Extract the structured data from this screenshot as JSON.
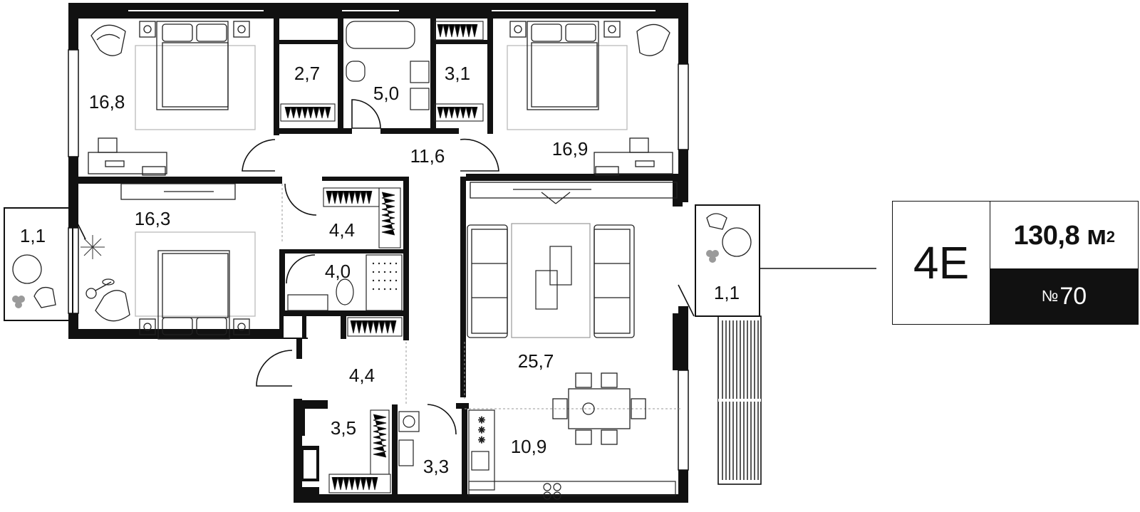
{
  "apartment": {
    "type": "4E",
    "total_area": "130,8",
    "area_unit": "м",
    "area_unit_power": "2",
    "number_prefix": "№",
    "number": "70"
  },
  "rooms": [
    {
      "id": "bedroom-top-left",
      "area": "16,8"
    },
    {
      "id": "closet-top",
      "area": "2,7"
    },
    {
      "id": "bathroom-top",
      "area": "5,0"
    },
    {
      "id": "closet-top-right",
      "area": "3,1"
    },
    {
      "id": "bedroom-top-right",
      "area": "16,9"
    },
    {
      "id": "hallway-main",
      "area": "11,6"
    },
    {
      "id": "bedroom-left",
      "area": "16,3"
    },
    {
      "id": "balcony-left",
      "area": "1,1"
    },
    {
      "id": "wardrobe-center",
      "area": "4,4"
    },
    {
      "id": "bathroom-center",
      "area": "4,0"
    },
    {
      "id": "living-room",
      "area": "25,7"
    },
    {
      "id": "balcony-right",
      "area": "1,1"
    },
    {
      "id": "hallway-entry",
      "area": "4,4"
    },
    {
      "id": "storage-bottom",
      "area": "3,5"
    },
    {
      "id": "laundry-bottom",
      "area": "3,3"
    },
    {
      "id": "kitchen",
      "area": "10,9"
    }
  ],
  "colors": {
    "wall": "#111111",
    "furniture": "#222222",
    "light_line": "#9a9a9a",
    "plant": "#9a9a9a",
    "card_bg": "#111111"
  }
}
